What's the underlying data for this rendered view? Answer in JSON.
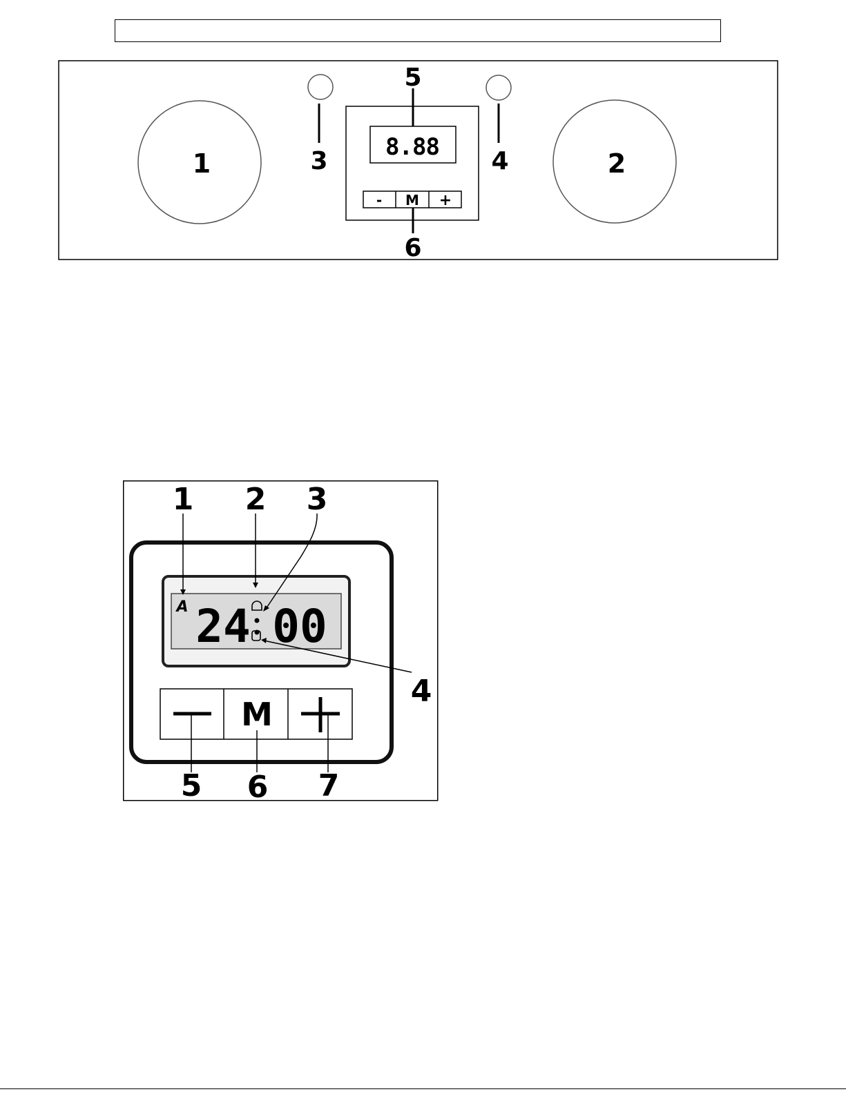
{
  "page": {
    "title_box_text": ""
  },
  "panel": {
    "knob_left_label": "1",
    "knob_right_label": "2",
    "indicator_left_label": "3",
    "indicator_right_label": "4",
    "display_label": "5",
    "buttons_label": "6",
    "display_text": "8.88",
    "buttons": [
      "-",
      "M",
      "+"
    ]
  },
  "timer": {
    "callouts": [
      "1",
      "2",
      "3",
      "4",
      "5",
      "6",
      "7"
    ],
    "auto_symbol": "A",
    "display_hours": "24",
    "display_minutes": "00",
    "buttons": [
      "—",
      "M",
      "+"
    ]
  }
}
